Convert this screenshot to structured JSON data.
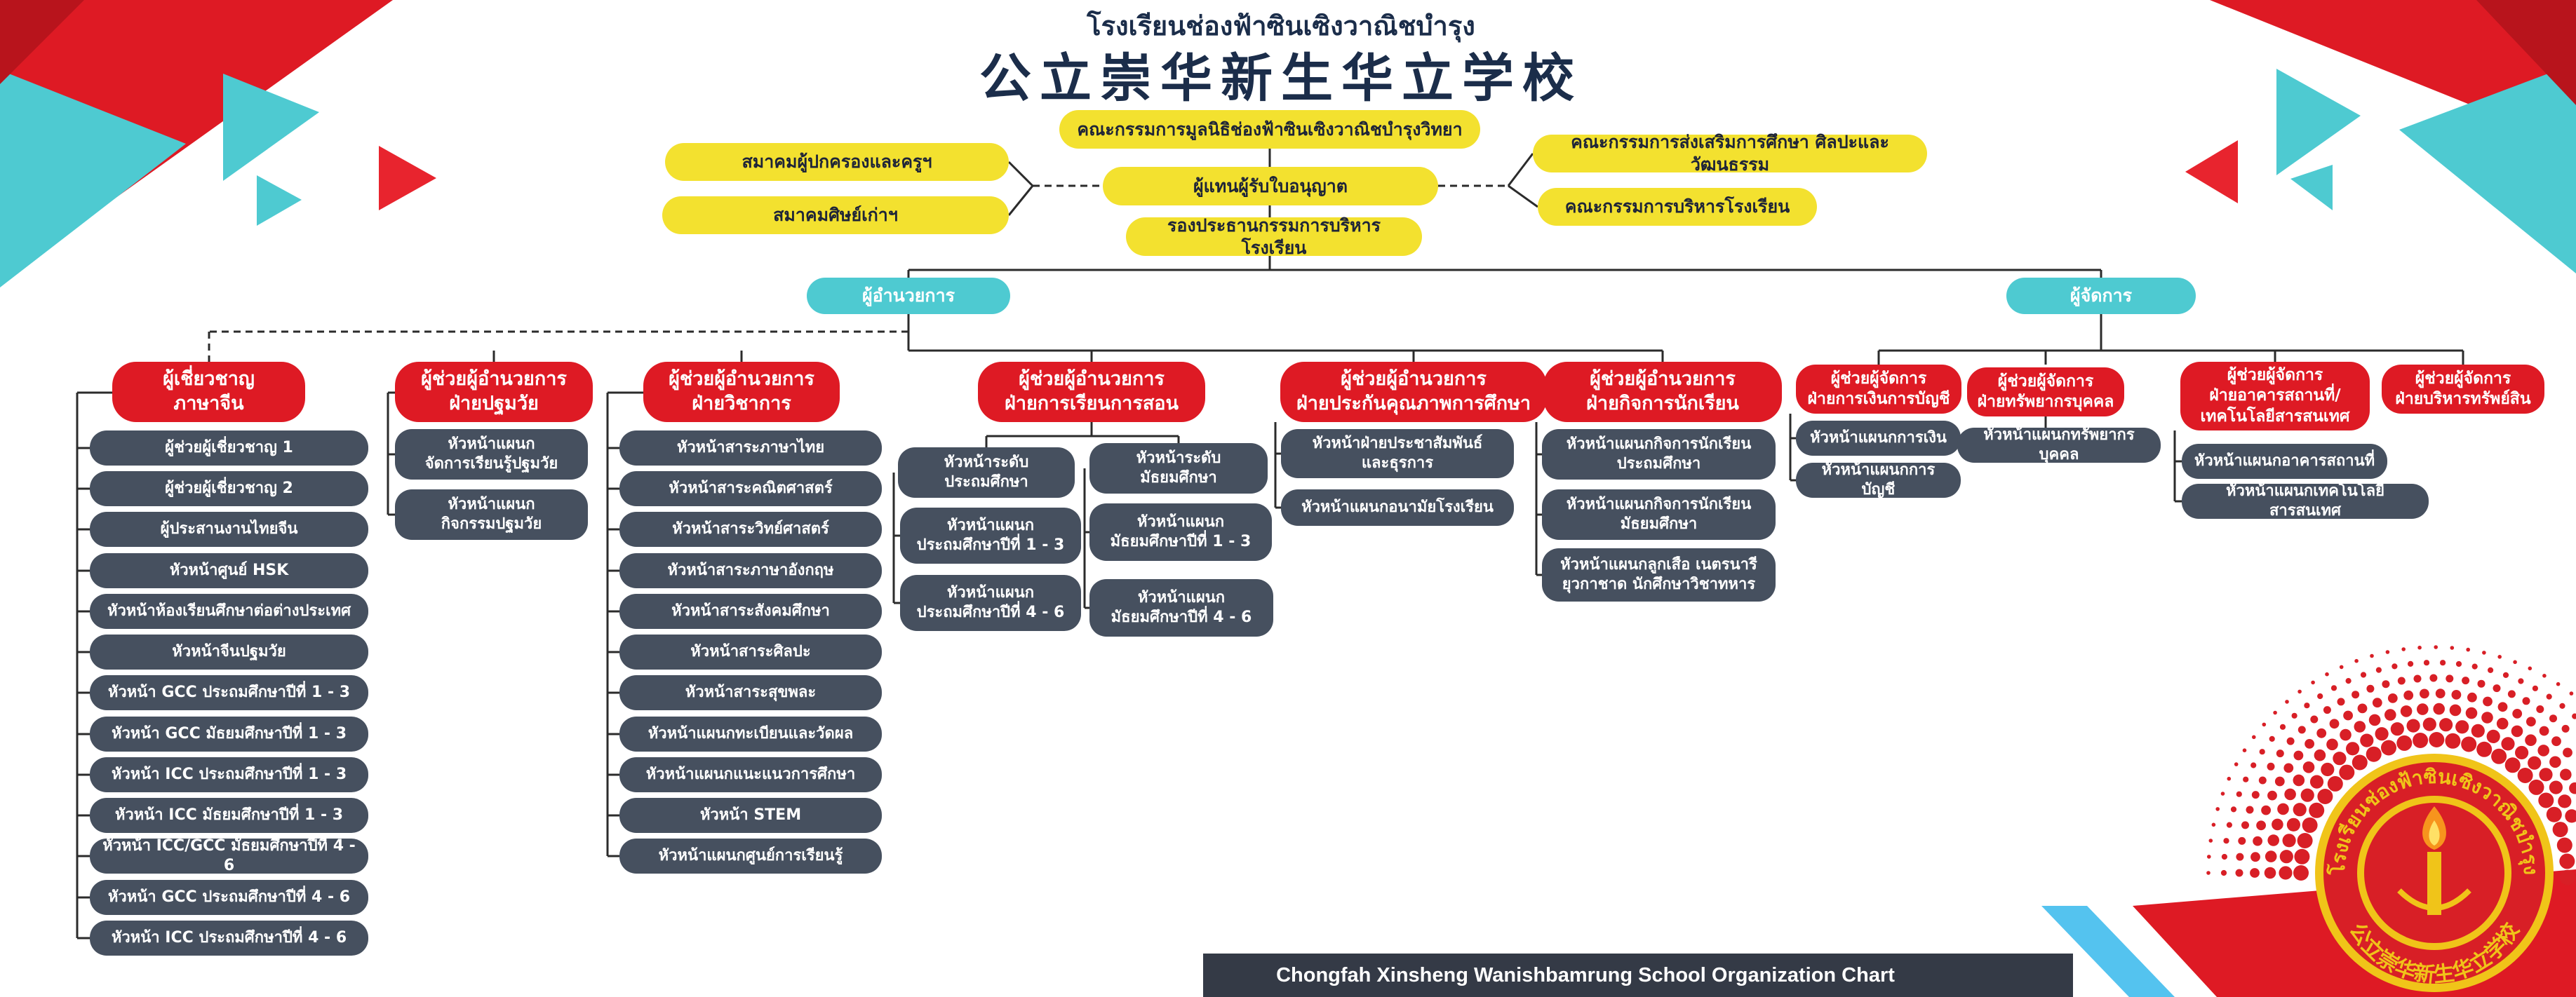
{
  "header": {
    "school_name_th": "โรงเรียนช่องฟ้าซินเซิงวาณิชบำรุง",
    "school_name_cn": "公立崇华新生华立学校"
  },
  "footer": {
    "caption": "Chongfah Xinsheng Wanishbamrung School Organization Chart"
  },
  "logo": {
    "ring_text_th": "โรงเรียนช่องฟ้าซินเซิงวาณิชบำรุง",
    "ring_text_cn": "公立崇华新生华立学校"
  },
  "colors": {
    "red": "#de1a24",
    "yellow": "#f3e12f",
    "teal": "#4ecad1",
    "slate": "#46505f",
    "navy": "#1b2d4a",
    "footer": "#343a46"
  },
  "org": {
    "foundation": "คณะกรรมการมูลนิธิช่องฟ้าซินเซิงวาณิชบำรุงวิทยา",
    "licensee_rep": "ผู้แทนผู้รับใบอนุญาต",
    "vice_chair": "รองประธานกรรมการบริหารโรงเรียน",
    "parents_assoc": "สมาคมผู้ปกครองและครูฯ",
    "alumni_assoc": "สมาคมศิษย์เก่าฯ",
    "edu_committee": "คณะกรรมการส่งเสริมการศึกษา ศิลปะและวัฒนธรรม",
    "school_board": "คณะกรรมการบริหารโรงเรียน",
    "director": "ผู้อำนวยการ",
    "manager": "ผู้จัดการ",
    "dept_chinese": {
      "title": "ผู้เชี่ยวชาญ\nภาษาจีน",
      "items": [
        "ผู้ช่วยผู้เชี่ยวชาญ 1",
        "ผู้ช่วยผู้เชี่ยวชาญ 2",
        "ผู้ประสานงานไทยจีน",
        "หัวหน้าศูนย์ HSK",
        "หัวหน้าห้องเรียนศึกษาต่อต่างประเทศ",
        "หัวหน้าจีนปฐมวัย",
        "หัวหน้า GCC ประถมศึกษาปีที่ 1 - 3",
        "หัวหน้า GCC มัธยมศึกษาปีที่ 1 - 3",
        "หัวหน้า ICC ประถมศึกษาปีที่ 1 - 3",
        "หัวหน้า ICC มัธยมศึกษาปีที่ 1 - 3",
        "หัวหน้า ICC/GCC มัธยมศึกษาปีที่ 4 - 6",
        "หัวหน้า GCC ประถมศึกษาปีที่ 4 - 6",
        "หัวหน้า ICC ประถมศึกษาปีที่ 4 - 6"
      ]
    },
    "dept_early": {
      "title": "ผู้ช่วยผู้อำนวยการ\nฝ่ายปฐมวัย",
      "items": [
        "หัวหน้าแผนก\nจัดการเรียนรู้ปฐมวัย",
        "หัวหน้าแผนก\nกิจกรรมปฐมวัย"
      ]
    },
    "dept_academic": {
      "title": "ผู้ช่วยผู้อำนวยการ\nฝ่ายวิชาการ",
      "items": [
        "หัวหน้าสาระภาษาไทย",
        "หัวหน้าสาระคณิตศาสตร์",
        "หัวหน้าสาระวิทย์ศาสตร์",
        "หัวหน้าสาระภาษาอังกฤษ",
        "หัวหน้าสาระสังคมศึกษา",
        "หัวหน้าสาระศิลปะ",
        "หัวหน้าสาระสุขพละ",
        "หัวหน้าแผนกทะเบียนและวัดผล",
        "หัวหน้าแผนกแนะแนวการศึกษา",
        "หัวหน้า STEM",
        "หัวหน้าแผนกศูนย์การเรียนรู้"
      ]
    },
    "dept_teaching": {
      "title": "ผู้ช่วยผู้อำนวยการ\nฝ่ายการเรียนการสอน",
      "primary_items": [
        "หัวหน้าระดับ\nประถมศึกษา",
        "หัวหน้าแผนก\nประถมศึกษาปีที่ 1 - 3",
        "หัวหน้าแผนก\nประถมศึกษาปีที่ 4 - 6"
      ],
      "secondary_items": [
        "หัวหน้าระดับ\nมัธยมศึกษา",
        "หัวหน้าแผนก\nมัธยมศึกษาปีที่  1 - 3",
        "หัวหน้าแผนก\nมัธยมศึกษาปีที่ 4 - 6"
      ]
    },
    "dept_quality": {
      "title": "ผู้ช่วยผู้อำนวยการ\nฝ่ายประกันคุณภาพการศึกษา",
      "items": [
        "หัวหน้าฝ่ายประชาสัมพันธ์\nและธุรการ",
        "หัวหน้าแผนกอนามัยโรงเรียน"
      ]
    },
    "dept_student": {
      "title": "ผู้ช่วยผู้อำนวยการ\nฝ่ายกิจการนักเรียน",
      "items": [
        "หัวหน้าแผนกกิจการนักเรียน\nประถมศึกษา",
        "หัวหน้าแผนกกิจการนักเรียน\nมัธยมศึกษา",
        "หัวหน้าแผนกลูกเสือ เนตรนารี\nยุวกาชาด นักศึกษาวิชาทหาร"
      ]
    },
    "dept_finance": {
      "title": "ผู้ช่วยผู้จัดการ\nฝ่ายการเงินการบัญชี",
      "items": [
        "หัวหน้าแผนกการเงิน",
        "หัวหน้าแผนกการบัญชี"
      ]
    },
    "dept_hr": {
      "title": "ผู้ช่วยผู้จัดการ\nฝ่ายทรัพยากรบุคคล",
      "items": [
        "หัวหน้าแผนกทรัพยากรบุคคล"
      ]
    },
    "dept_building": {
      "title": "ผู้ช่วยผู้จัดการ\nฝ่ายอาคารสถานที่/\nเทคโนโลยีสารสนเทศ",
      "items": [
        "หัวหน้าแผนกอาคารสถานที่",
        "หัวหน้าแผนกเทคโนโลยีสารสนเทศ"
      ]
    },
    "dept_assets": {
      "title": "ผู้ช่วยผู้จัดการ\nฝ่ายบริหารทรัพย์สิน"
    }
  }
}
